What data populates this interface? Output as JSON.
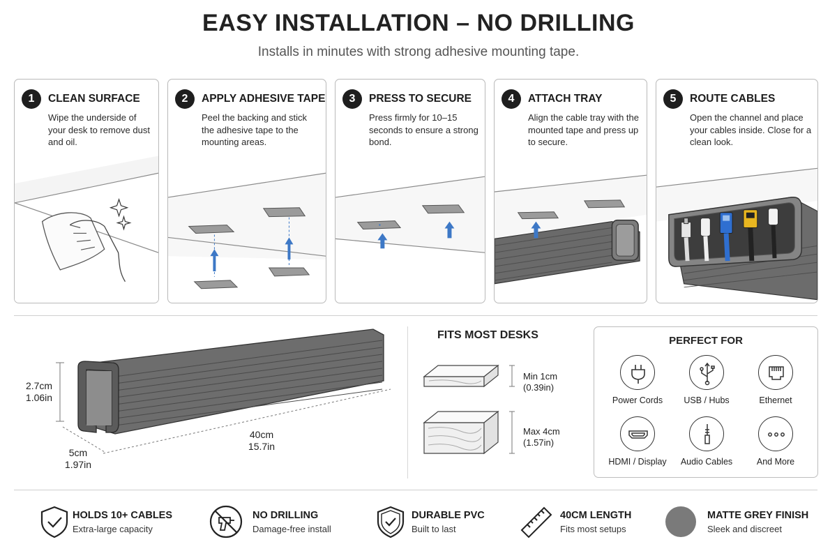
{
  "header": {
    "title": "EASY INSTALLATION – NO DRILLING",
    "subtitle": "Installs in minutes with strong adhesive mounting tape."
  },
  "steps": [
    {
      "num": "1",
      "title": "CLEAN SURFACE",
      "desc": "Wipe the underside of your desk to remove dust and oil.",
      "icon": "hand-cloth-icon"
    },
    {
      "num": "2",
      "title": "APPLY ADHESIVE TAPE",
      "desc": "Peel the backing and stick the adhesive tape to the mounting areas.",
      "icon": "adhesive-tape-icon"
    },
    {
      "num": "3",
      "title": "PRESS TO SECURE",
      "desc": "Press firmly for 10–15 seconds to ensure a strong bond.",
      "icon": "press-arrow-icon"
    },
    {
      "num": "4",
      "title": "ATTACH TRAY",
      "desc": "Align the cable tray with the mounted tape and press up to secure.",
      "icon": "cable-tray-icon"
    },
    {
      "num": "5",
      "title": "ROUTE CABLES",
      "desc": "Open the channel and place your cables inside. Close for a clean look.",
      "icon": "cables-icon"
    }
  ],
  "dimensions": {
    "height_cm": "2.7cm",
    "height_in": "1.06in",
    "length_cm": "40cm",
    "length_in": "15.7in",
    "depth_cm": "5cm",
    "depth_in": "1.97in"
  },
  "fits": {
    "title": "FITS MOST DESKS",
    "min_label": "Min 1cm",
    "min_in": "(0.39in)",
    "max_label": "Max 4cm",
    "max_in": "(1.57in)"
  },
  "perfect_for": {
    "title": "PERFECT FOR",
    "items": [
      {
        "label": "Power Cords",
        "icon": "power-plug-icon"
      },
      {
        "label": "USB / Hubs",
        "icon": "usb-icon"
      },
      {
        "label": "Ethernet",
        "icon": "ethernet-icon"
      },
      {
        "label": "HDMI / Display",
        "icon": "hdmi-icon"
      },
      {
        "label": "Audio Cables",
        "icon": "audio-jack-icon"
      },
      {
        "label": "And More",
        "icon": "more-dots-icon"
      }
    ]
  },
  "features": [
    {
      "title": "HOLDS 10+ CABLES",
      "sub": "Extra-large capacity",
      "icon": "shield-check-icon"
    },
    {
      "title": "NO DRILLING",
      "sub": "Damage-free install",
      "icon": "no-drill-icon"
    },
    {
      "title": "DURABLE PVC",
      "sub": "Built to last",
      "icon": "durable-shield-icon"
    },
    {
      "title": "40CM LENGTH",
      "sub": "Fits most setups",
      "icon": "ruler-icon"
    },
    {
      "title": "MATTE GREY FINISH",
      "sub": "Sleek and discreet",
      "icon": "grey-swatch-icon"
    }
  ],
  "colors": {
    "accent_arrow": "#3d78c6",
    "tray_grey": "#6e6e6e",
    "swatch_grey": "#7a7a7a"
  }
}
